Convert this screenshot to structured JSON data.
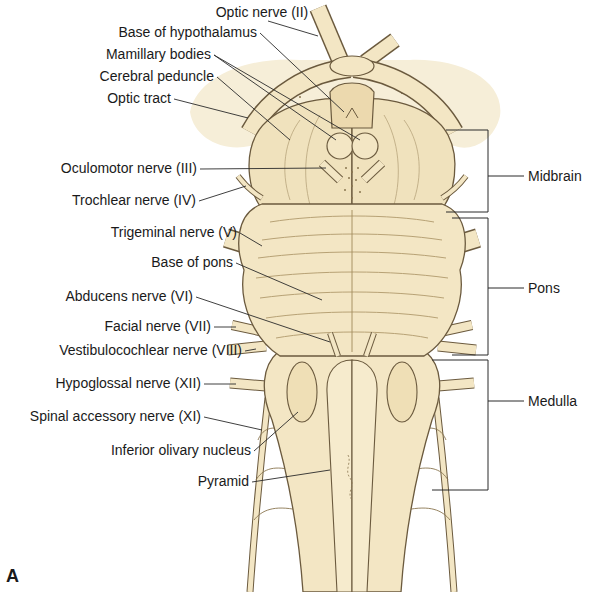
{
  "diagram": {
    "labels": [
      "Optic nerve (II)",
      "Base of hypothalamus",
      "Mamillary bodies",
      "Cerebral peduncle",
      "Optic tract",
      "Oculomotor nerve (III)",
      "Trochlear nerve (IV)",
      "Trigeminal nerve (V)",
      "Base of pons",
      "Abducens nerve (VI)",
      "Facial nerve (VII)",
      "Vestibulocochlear nerve (VIII)",
      "Hypoglossal nerve (XII)",
      "Spinal accessory nerve (XI)",
      "Inferior olivary nucleus",
      "Pyramid",
      "Midbrain",
      "Pons",
      "Medulla",
      "A"
    ]
  }
}
